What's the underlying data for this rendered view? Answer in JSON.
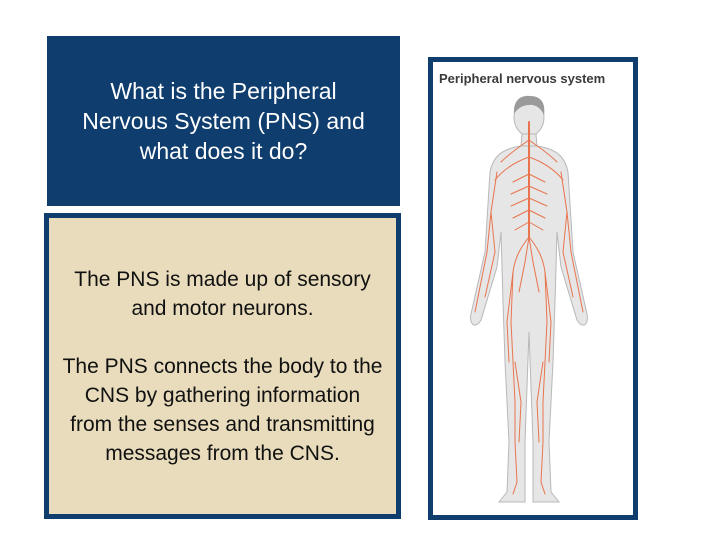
{
  "slide": {
    "title": "What is the Peripheral Nervous System (PNS) and what does it do?",
    "paragraphs": [
      "The PNS is made up of sensory and motor neurons.",
      "The PNS connects the body to the CNS by gathering information from the senses and transmitting messages from the CNS."
    ]
  },
  "figure": {
    "title": "Peripheral nervous system",
    "body_color": "#e6e6e6",
    "nerve_color": "#e8744e",
    "frame_color": "#0e3d6e"
  }
}
